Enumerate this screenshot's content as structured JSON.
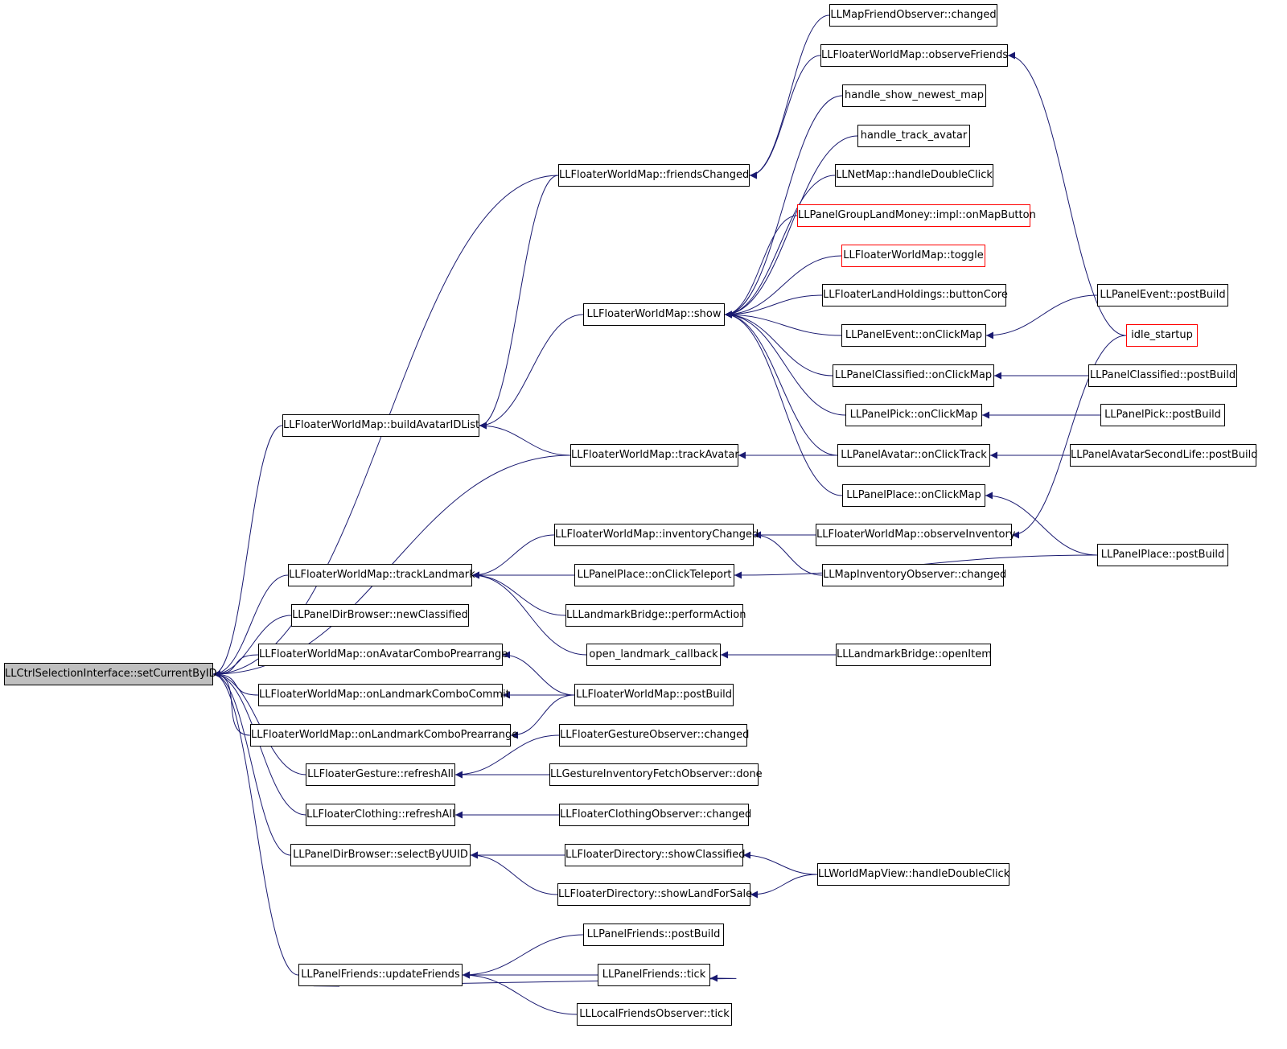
{
  "colors": {
    "edge": "#191970",
    "node_border": "#000000",
    "truncated_border": "#ff0000",
    "root_fill": "#bfbfbf"
  },
  "nodes": {
    "n0": "LLCtrlSelectionInterface::setCurrentByID",
    "n1": "LLFloaterWorldMap::friendsChanged",
    "n2": "LLMapFriendObserver::changed",
    "n3": "LLFloaterWorldMap::observeFriends",
    "n4": "idle_startup",
    "n5": "LLFloaterWorldMap::buildAvatarIDList",
    "n6": "LLFloaterWorldMap::show",
    "n7": "handle_show_newest_map",
    "n8": "handle_track_avatar",
    "n9": "LLNetMap::handleDoubleClick",
    "n10": "LLPanelGroupLandMoney::impl::onMapButton",
    "n11": "LLFloaterWorldMap::toggle",
    "n12": "LLFloaterLandHoldings::buttonCore",
    "n13": "LLPanelEvent::onClickMap",
    "n14": "LLPanelEvent::postBuild",
    "n15": "LLPanelClassified::onClickMap",
    "n16": "LLPanelClassified::postBuild",
    "n17": "LLPanelPick::onClickMap",
    "n18": "LLPanelPick::postBuild",
    "n19": "LLPanelAvatar::onClickTrack",
    "n20": "LLPanelAvatarSecondLife::postBuild",
    "n21": "LLPanelPlace::onClickMap",
    "n22": "LLPanelPlace::postBuild",
    "n23": "LLFloaterWorldMap::trackAvatar",
    "n24": "LLFloaterWorldMap::trackLandmark",
    "n25": "LLFloaterWorldMap::inventoryChanged",
    "n26": "LLFloaterWorldMap::observeInventory",
    "n27": "LLMapInventoryObserver::changed",
    "n28": "LLPanelPlace::onClickTeleport",
    "n29": "LLLandmarkBridge::performAction",
    "n30": "open_landmark_callback",
    "n31": "LLLandmarkBridge::openItem",
    "n32": "LLPanelDirBrowser::newClassified",
    "n33": "LLFloaterWorldMap::onAvatarComboPrearrange",
    "n34": "LLFloaterWorldMap::postBuild",
    "n35": "LLFloaterWorldMap::onLandmarkComboCommit",
    "n36": "LLFloaterWorldMap::onLandmarkComboPrearrange",
    "n37": "LLFloaterGesture::refreshAll",
    "n38": "LLFloaterGestureObserver::changed",
    "n39": "LLGestureInventoryFetchObserver::done",
    "n40": "LLFloaterClothing::refreshAll",
    "n41": "LLFloaterClothingObserver::changed",
    "n42": "LLPanelDirBrowser::selectByUUID",
    "n43": "LLFloaterDirectory::showClassified",
    "n44": "LLWorldMapView::handleDoubleClick",
    "n45": "LLFloaterDirectory::showLandForSale",
    "n46": "LLPanelFriends::updateFriends",
    "n47": "LLPanelFriends::postBuild",
    "n48": "LLPanelFriends::tick",
    "n49": "LLLocalFriendsObserver::tick"
  },
  "edges": [
    [
      "n1",
      "n0"
    ],
    [
      "n5",
      "n0"
    ],
    [
      "n23",
      "n0"
    ],
    [
      "n24",
      "n0"
    ],
    [
      "n32",
      "n0"
    ],
    [
      "n33",
      "n0"
    ],
    [
      "n35",
      "n0"
    ],
    [
      "n36",
      "n0"
    ],
    [
      "n37",
      "n0"
    ],
    [
      "n40",
      "n0"
    ],
    [
      "n42",
      "n0"
    ],
    [
      "n46",
      "n0"
    ],
    [
      "n2",
      "n1"
    ],
    [
      "n3",
      "n1"
    ],
    [
      "n4",
      "n3"
    ],
    [
      "n1",
      "n5"
    ],
    [
      "n6",
      "n5"
    ],
    [
      "n23",
      "n5"
    ],
    [
      "n7",
      "n6"
    ],
    [
      "n8",
      "n6"
    ],
    [
      "n9",
      "n6"
    ],
    [
      "n10",
      "n6"
    ],
    [
      "n11",
      "n6"
    ],
    [
      "n12",
      "n6"
    ],
    [
      "n13",
      "n6"
    ],
    [
      "n15",
      "n6"
    ],
    [
      "n17",
      "n6"
    ],
    [
      "n19",
      "n6"
    ],
    [
      "n21",
      "n6"
    ],
    [
      "n14",
      "n13"
    ],
    [
      "n16",
      "n15"
    ],
    [
      "n18",
      "n17"
    ],
    [
      "n20",
      "n19"
    ],
    [
      "n22",
      "n21"
    ],
    [
      "n19",
      "n23"
    ],
    [
      "n25",
      "n24"
    ],
    [
      "n28",
      "n24"
    ],
    [
      "n29",
      "n24"
    ],
    [
      "n30",
      "n24"
    ],
    [
      "n26",
      "n25"
    ],
    [
      "n27",
      "n25"
    ],
    [
      "n4",
      "n26"
    ],
    [
      "n22",
      "n28"
    ],
    [
      "n31",
      "n30"
    ],
    [
      "n34",
      "n33"
    ],
    [
      "n34",
      "n35"
    ],
    [
      "n34",
      "n36"
    ],
    [
      "n38",
      "n37"
    ],
    [
      "n39",
      "n37"
    ],
    [
      "n41",
      "n40"
    ],
    [
      "n43",
      "n42"
    ],
    [
      "n45",
      "n42"
    ],
    [
      "n44",
      "n43"
    ],
    [
      "n44",
      "n45"
    ],
    [
      "n47",
      "n46"
    ],
    [
      "n48",
      "n46"
    ],
    [
      "n46",
      "n48"
    ],
    [
      "n49",
      "n46"
    ]
  ]
}
